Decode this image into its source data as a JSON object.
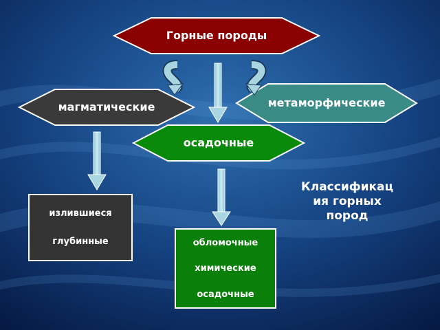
{
  "diagram": {
    "root": "Горные породы",
    "types": {
      "magmatic": "магматические",
      "metamorphic": "метаморфические",
      "sedimentary": "осадочные"
    },
    "magmatic_box": [
      "излившиеся",
      "глубинные"
    ],
    "sedimentary_box": [
      "обломочные",
      "химические",
      "осадочные"
    ],
    "caption_lines": [
      "Классификац",
      "ия горных",
      "пород"
    ]
  },
  "colors": {
    "root": "#8b0000",
    "magmatic": "#3a3a3a",
    "metamorphic": "#3a8a86",
    "sedimentary": "#0a8a0a",
    "arrow": "#a9d5e0"
  }
}
